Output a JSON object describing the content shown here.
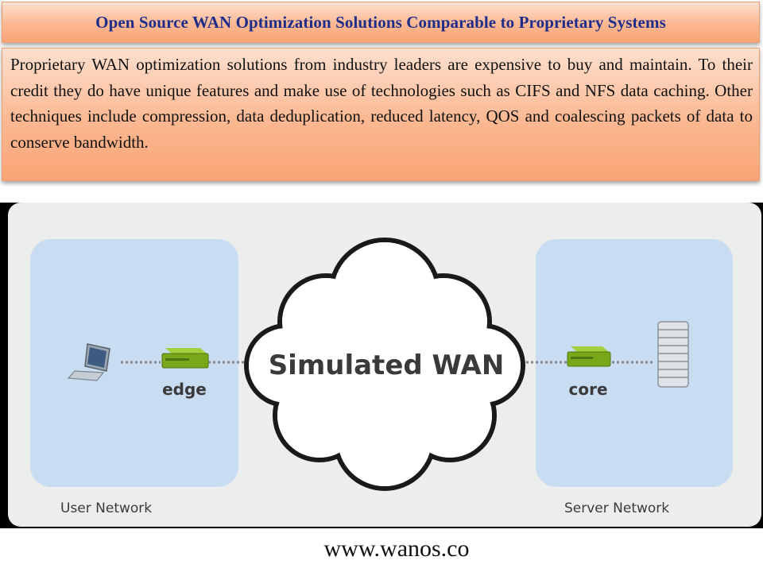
{
  "title": "Open Source WAN Optimization Solutions Comparable to Proprietary Systems",
  "body_text": "Proprietary WAN optimization solutions from industry leaders are expensive to buy and maintain. To their credit they do have unique features and make use of technologies such as CIFS and NFS data caching. Other techniques include compression, data deduplication, reduced latency, QOS and coalescing packets of data to conserve bandwidth.",
  "diagram": {
    "cloud_label": "Simulated WAN",
    "left_network_label": "User Network",
    "right_network_label": "Server Network",
    "left_device_label": "edge",
    "right_device_label": "core",
    "icons": [
      "laptop-icon",
      "edge-appliance-icon",
      "core-appliance-icon",
      "server-icon",
      "cloud-icon"
    ],
    "colors": {
      "network_zone": "#c8dcf2",
      "appliance": "#78a71a",
      "panel": "#eceeee"
    }
  },
  "footer_url": "www.wanos.co"
}
